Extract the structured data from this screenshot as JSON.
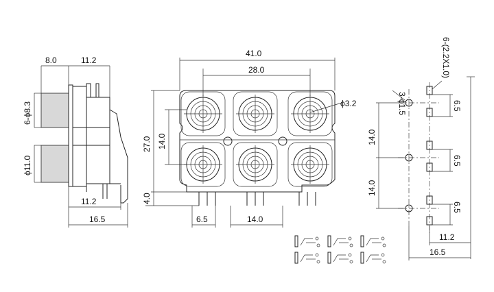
{
  "side_view": {
    "dim_top_left": "8.0",
    "dim_top_right": "11.2",
    "dim_upper_dia": "6-ϕ8.3",
    "dim_lower_dia": "ϕ11.0",
    "dim_bottom_1": "11.2",
    "dim_bottom_2": "16.5"
  },
  "front_view": {
    "dim_width": "41.0",
    "dim_pitch_total": "28.0",
    "dim_hole": "ϕ3.2",
    "dim_height": "27.0",
    "dim_row_pitch": "14.0",
    "dim_pin_len": "4.0",
    "dim_pin_offset": "6.5",
    "dim_pin_pitch": "14.0"
  },
  "pcb_view": {
    "dim_holes_small": "3-ϕ1.5",
    "dim_slots": "6-(2.2X1.0)",
    "dim_slot_gap_1": "6.5",
    "dim_slot_gap_2": "6.5",
    "dim_slot_gap_3": "6.5",
    "dim_row_pitch_1": "14.0",
    "dim_row_pitch_2": "14.0",
    "dim_offset_1": "11.2",
    "dim_offset_2": "16.5"
  },
  "colors": {
    "line": "#222222",
    "shade": "#d8d8d8"
  }
}
